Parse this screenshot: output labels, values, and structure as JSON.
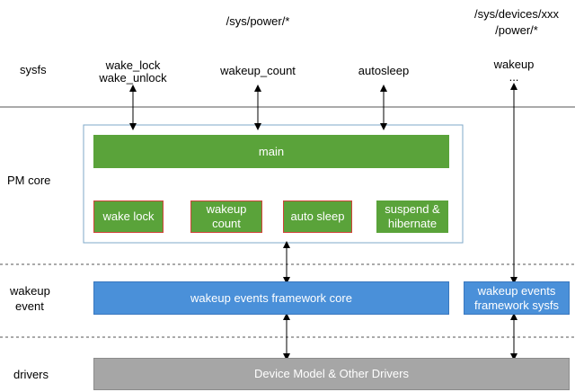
{
  "layers": {
    "sysfs": "sysfs",
    "pm_core": "PM core",
    "wakeup_event_1": "wakeup",
    "wakeup_event_2": "event",
    "drivers": "drivers"
  },
  "paths": {
    "sys_power": "/sys/power/*",
    "sys_devices_1": "/sys/devices/xxx",
    "sys_devices_2": "/power/*"
  },
  "sysfs_files": {
    "wake_lock": "wake_lock",
    "wake_unlock": "wake_unlock",
    "wakeup_count": "wakeup_count",
    "autosleep": "autosleep",
    "wakeup": "wakeup",
    "ellipsis": "..."
  },
  "blocks": {
    "main": "main",
    "wake_lock": "wake lock",
    "wakeup_count_1": "wakeup",
    "wakeup_count_2": "count",
    "auto_sleep": "auto sleep",
    "suspend_1": "suspend &",
    "suspend_2": "hibernate",
    "wakeup_core": "wakeup events framework core",
    "wakeup_sysfs_1": "wakeup events",
    "wakeup_sysfs_2": "framework sysfs",
    "drivers": "Device Model & Other Drivers"
  },
  "colors": {
    "green": "#5aa33a",
    "blue": "#4a90d9",
    "gray": "#a6a6a6",
    "red_border": "#d0433a"
  }
}
